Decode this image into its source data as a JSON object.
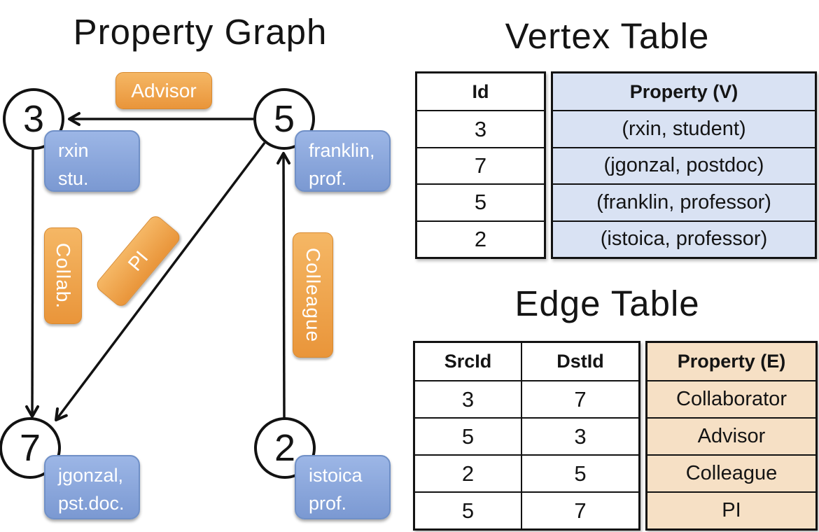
{
  "graph": {
    "title": "Property Graph",
    "nodes": [
      {
        "id": "3",
        "label_line1": "rxin",
        "label_line2": "stu."
      },
      {
        "id": "5",
        "label_line1": "franklin,",
        "label_line2": "prof."
      },
      {
        "id": "7",
        "label_line1": "jgonzal,",
        "label_line2": "pst.doc."
      },
      {
        "id": "2",
        "label_line1": "istoica",
        "label_line2": "prof."
      }
    ],
    "edges": [
      {
        "src": "5",
        "dst": "3",
        "label": "Advisor"
      },
      {
        "src": "3",
        "dst": "7",
        "label": "Collab."
      },
      {
        "src": "5",
        "dst": "7",
        "label": "PI"
      },
      {
        "src": "2",
        "dst": "5",
        "label": "Colleague"
      }
    ]
  },
  "vertex_table": {
    "title": "Vertex Table",
    "id_header": "Id",
    "property_header": "Property (V)",
    "rows": [
      {
        "id": "3",
        "property": "(rxin, student)"
      },
      {
        "id": "7",
        "property": "(jgonzal, postdoc)"
      },
      {
        "id": "5",
        "property": "(franklin, professor)"
      },
      {
        "id": "2",
        "property": "(istoica, professor)"
      }
    ]
  },
  "edge_table": {
    "title": "Edge Table",
    "src_header": "SrcId",
    "dst_header": "DstId",
    "property_header": "Property (E)",
    "rows": [
      {
        "src": "3",
        "dst": "7",
        "property": "Collaborator"
      },
      {
        "src": "5",
        "dst": "3",
        "property": "Advisor"
      },
      {
        "src": "2",
        "dst": "5",
        "property": "Colleague"
      },
      {
        "src": "5",
        "dst": "7",
        "property": "PI"
      }
    ]
  },
  "colors": {
    "vertex_box_top": "#9cb6e6",
    "vertex_box_bottom": "#7b99d2",
    "edge_box_top": "#f5b765",
    "edge_box_bottom": "#e9953a",
    "vertex_table_fill": "#d9e2f3",
    "edge_table_fill": "#f6e0c5",
    "line": "#121212"
  }
}
